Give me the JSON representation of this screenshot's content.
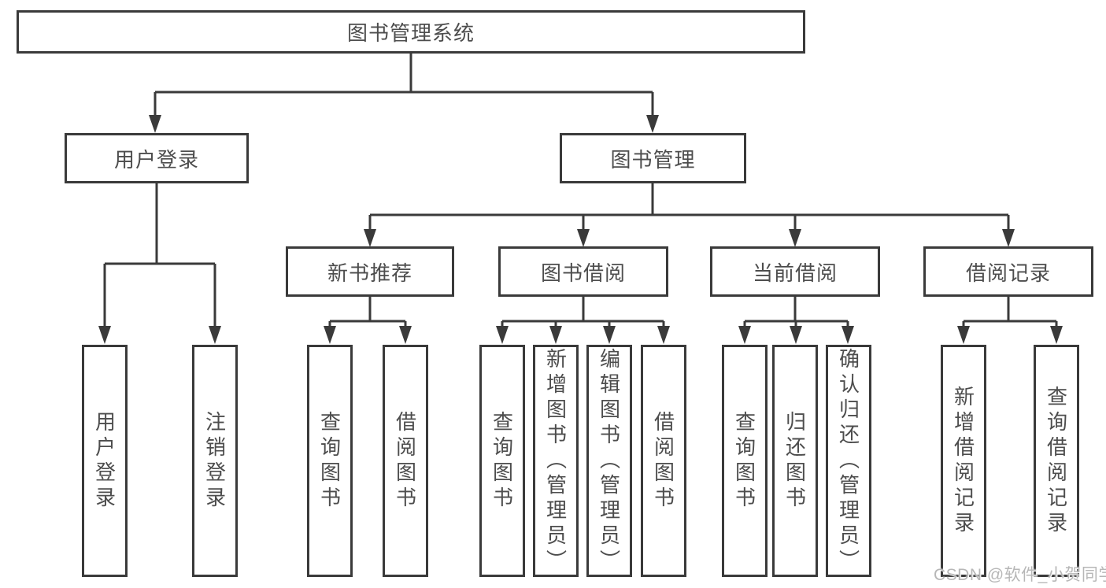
{
  "root": {
    "label": "图书管理系统"
  },
  "branches": [
    {
      "label": "用户登录",
      "children": [
        {
          "label": "用户登录"
        },
        {
          "label": "注销登录"
        }
      ]
    },
    {
      "label": "图书管理",
      "children": [
        {
          "label": "新书推荐",
          "children": [
            {
              "label": "查询图书"
            },
            {
              "label": "借阅图书"
            }
          ]
        },
        {
          "label": "图书借阅",
          "children": [
            {
              "label": "查询图书"
            },
            {
              "label": "新增图书（管理员）"
            },
            {
              "label": "编辑图书（管理员）"
            },
            {
              "label": "借阅图书"
            }
          ]
        },
        {
          "label": "当前借阅",
          "children": [
            {
              "label": "查询图书"
            },
            {
              "label": "归还图书"
            },
            {
              "label": "确认归还（管理员）"
            }
          ]
        },
        {
          "label": "借阅记录",
          "children": [
            {
              "label": "新增借阅记录"
            },
            {
              "label": "查询借阅记录"
            }
          ]
        }
      ]
    }
  ],
  "watermark": {
    "text": "CSDN @软件_小贺同学"
  },
  "colors": {
    "line": "#3a3a3a",
    "text": "#4d4d4d",
    "watermark": "#b7b7b7",
    "background": "#ffffff"
  }
}
